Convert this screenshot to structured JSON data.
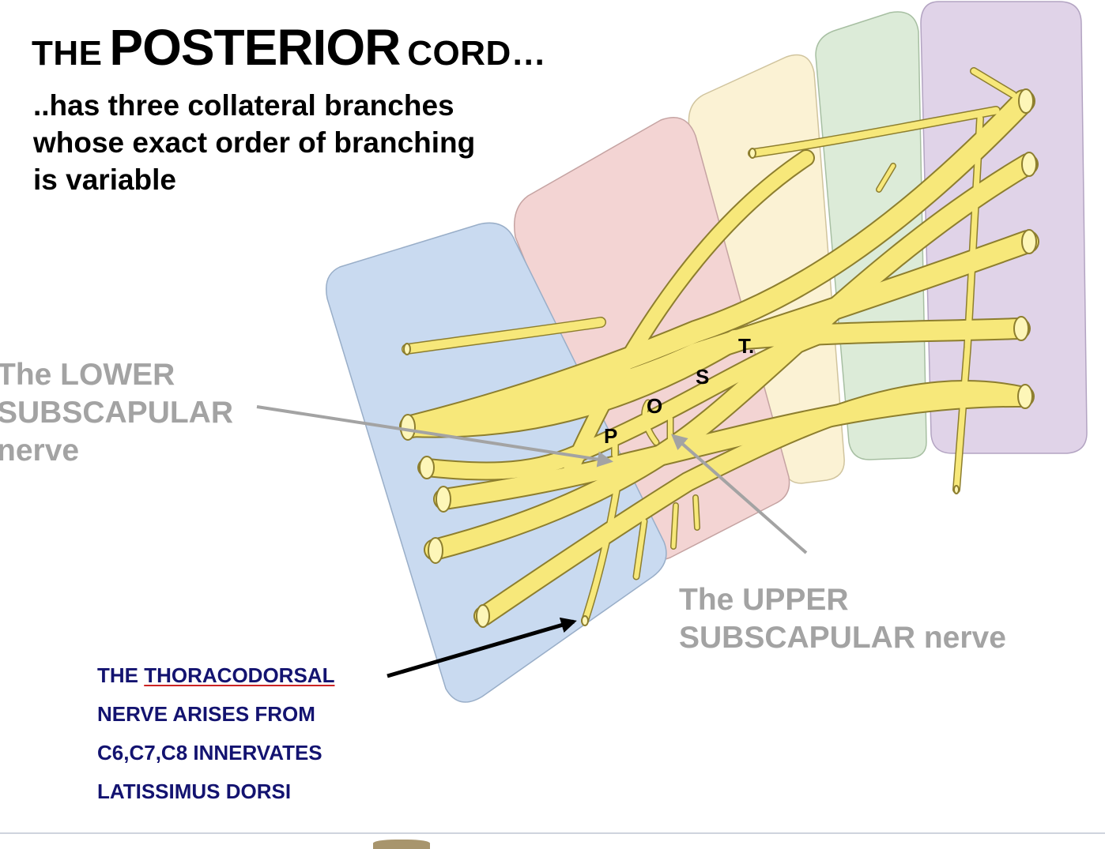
{
  "title": {
    "prefix": "THE",
    "main": "POSTERIOR",
    "suffix": "CORD…"
  },
  "subtitle_lines": [
    "..has three collateral branches",
    "whose exact order of branching",
    "is variable"
  ],
  "lower_subscapular_label": [
    "The LOWER",
    "SUBSCAPULAR",
    "nerve"
  ],
  "upper_subscapular_label": [
    "The UPPER",
    "SUBSCAPULAR nerve"
  ],
  "thoracodorsal_note": {
    "line1_prefix": "THE",
    "line1_underlined": "THORACODORSAL",
    "line2": "NERVE ARISES FROM",
    "line3": "C6,C7,C8 INNERVATES",
    "line4": "LATISSIMUS DORSI"
  },
  "branch_markers": {
    "p": "P",
    "o": "O",
    "s": "S",
    "t": "T."
  },
  "colors": {
    "region_blue": "#c9daf0",
    "region_pink": "#f3d4d3",
    "region_cream": "#fbf2d4",
    "region_green": "#dcebd8",
    "region_purple": "#e0d3e8",
    "nerve_yellow": "#f7e87a",
    "callout_gray": "#a3a3a3",
    "note_navy": "#131370"
  },
  "icons": [
    "thumbnail-image"
  ]
}
